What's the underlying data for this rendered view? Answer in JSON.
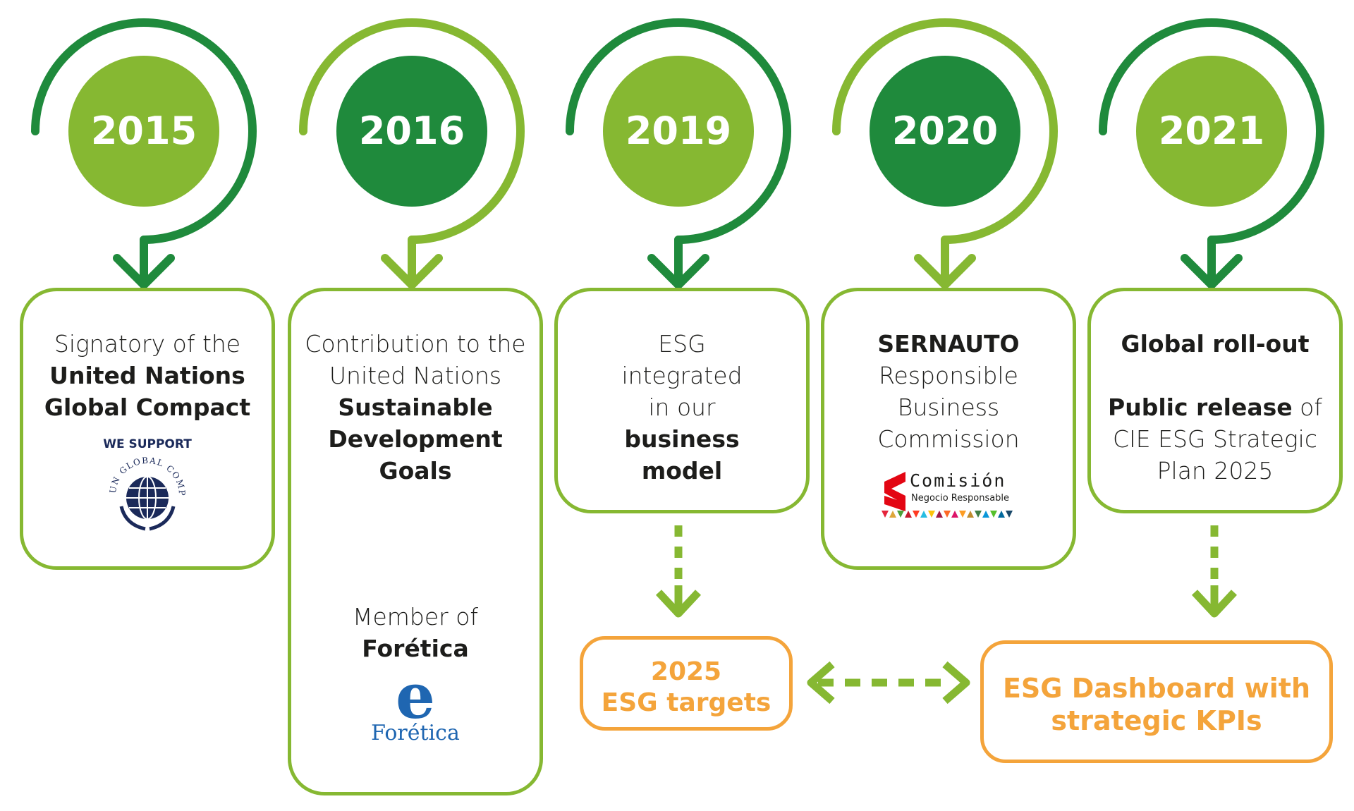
{
  "colors": {
    "dark_green": "#1f8a3c",
    "light_green": "#86b832",
    "orange": "#f4a43b",
    "navy": "#1b2a5a",
    "red": "#e30613",
    "foretica_blue": "#1f66b1"
  },
  "milestones": [
    {
      "year": "2015",
      "line1": "Signatory of the",
      "bold1": "United Nations",
      "bold2": "Global Compact",
      "logo": {
        "icon": "un-global-compact-logo",
        "caption": "WE SUPPORT",
        "ring_text": "UN GLOBAL COMPACT"
      }
    },
    {
      "year": "2016",
      "line1": "Contribution to the",
      "line2": "United Nations",
      "bold1": "Sustainable",
      "bold2": "Development",
      "bold3": "Goals",
      "sdg_icon": "sdg-wheel-icon",
      "line3": "Member of",
      "bold4": "Forética",
      "logo": {
        "icon": "foretica-logo",
        "letter": "e",
        "word": "Forética"
      }
    },
    {
      "year": "2019",
      "line1": "ESG",
      "line2": "integrated",
      "line3": "in our",
      "bold1": "business",
      "bold2": "model"
    },
    {
      "year": "2020",
      "bold1": "SERNAUTO",
      "line1": "Responsible",
      "line2": "Business",
      "line3": "Commission",
      "logo": {
        "icon": "comision-negocio-responsable-logo",
        "word": "Comisión",
        "sub": "Negocio Responsable"
      }
    },
    {
      "year": "2021",
      "bold1": "Global roll-out",
      "bold2": "Public release",
      "line1": "of",
      "line2": "CIE ESG Strategic",
      "line3": "Plan 2025"
    }
  ],
  "targets": {
    "line1": "2025",
    "line2": "ESG targets"
  },
  "dashboard": {
    "line1": "ESG Dashboard with",
    "line2": "strategic KPIs"
  }
}
